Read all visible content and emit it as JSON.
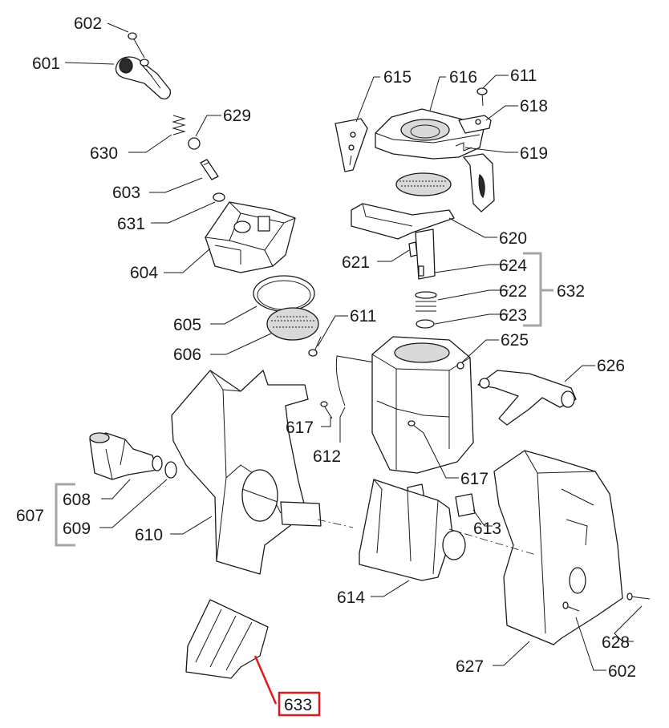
{
  "colors": {
    "line": "#1a1a1a",
    "bracket": "#a6a6a6",
    "highlight": "#e0191e"
  },
  "labels": {
    "p601": "601",
    "p602_top": "602",
    "p629": "629",
    "p630": "630",
    "p603": "603",
    "p631": "631",
    "p604": "604",
    "p605": "605",
    "p606": "606",
    "p611_mid": "611",
    "p615": "615",
    "p616": "616",
    "p611_top": "611",
    "p618": "618",
    "p619": "619",
    "p620": "620",
    "p621": "621",
    "p624": "624",
    "p622": "622",
    "p623": "623",
    "p632": "632",
    "p625": "625",
    "p626": "626",
    "p617_left": "617",
    "p612": "612",
    "p617_right": "617",
    "p613": "613",
    "p607": "607",
    "p608": "608",
    "p609": "609",
    "p610": "610",
    "p614": "614",
    "p628": "628",
    "p627": "627",
    "p602_bottom": "602",
    "p633": "633"
  }
}
